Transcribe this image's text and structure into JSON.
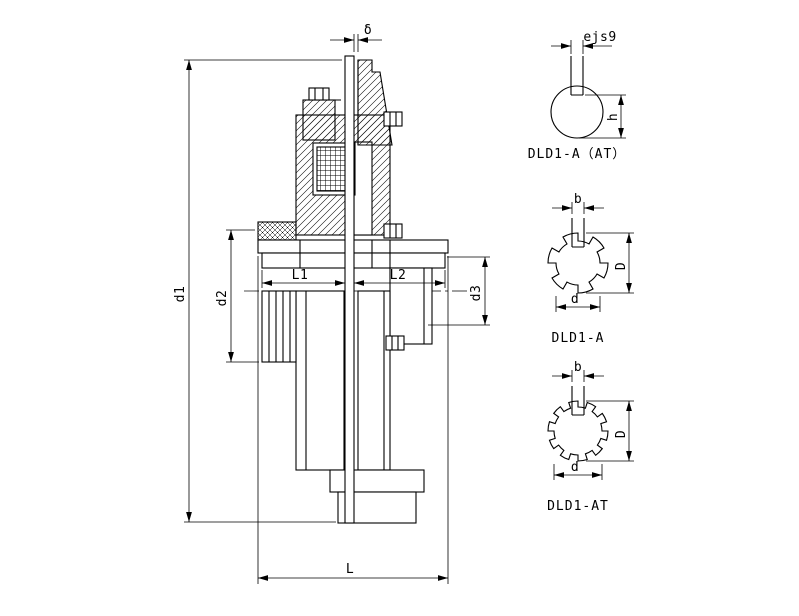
{
  "main_view": {
    "dims": {
      "d1": "d1",
      "d2": "d2",
      "d3": "d3",
      "L1": "L1",
      "L2": "L2",
      "L": "L",
      "delta": "δ"
    }
  },
  "details": [
    {
      "label": "DLD1-A（AT）",
      "dims": {
        "key_width": "ejs9",
        "h": "h"
      }
    },
    {
      "label": "DLD1-A",
      "dims": {
        "b": "b",
        "D": "D",
        "d": "d"
      }
    },
    {
      "label": "DLD1-AT",
      "dims": {
        "b": "b",
        "D": "D",
        "d": "d"
      }
    }
  ],
  "colors": {
    "line": "#000000",
    "background": "#ffffff"
  }
}
